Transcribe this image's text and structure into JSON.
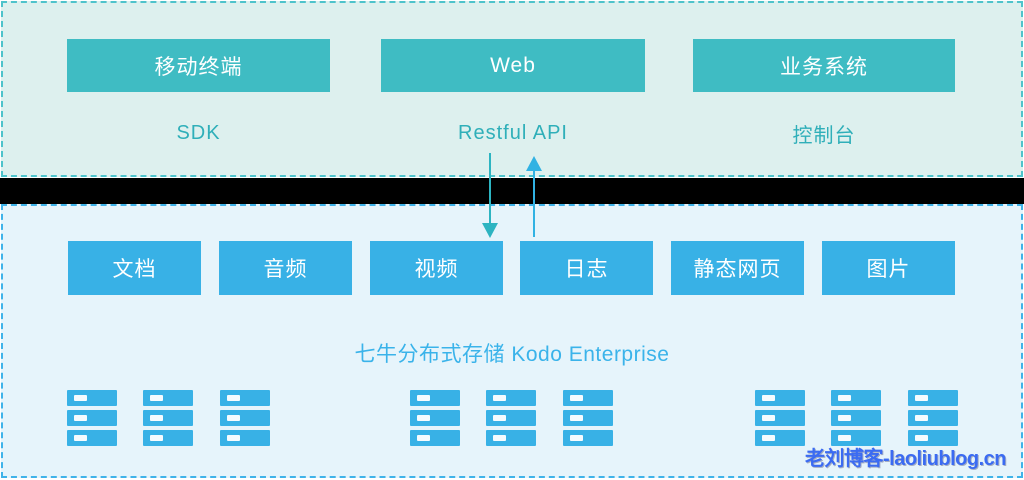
{
  "diagram": {
    "top_section": {
      "boxes": [
        "移动终端",
        "Web",
        "业务系统"
      ],
      "labels": [
        "SDK",
        "Restful API",
        "控制台"
      ]
    },
    "bottom_section": {
      "boxes": [
        "文档",
        "音频",
        "视频",
        "日志",
        "静态网页",
        "图片"
      ],
      "title": "七牛分布式存储 Kodo Enterprise",
      "server_clusters": 3,
      "servers_per_cluster": 3,
      "slats_per_server": 3
    },
    "arrows": [
      {
        "direction": "down",
        "color": "#2db4c1"
      },
      {
        "direction": "up",
        "color": "#31b2e3"
      }
    ],
    "watermark": "老刘博客-laoliublog.cn",
    "colors": {
      "top_panel_bg": "#ddf0ee",
      "top_panel_border": "#4ec3cb",
      "top_box": "#3fbcc3",
      "top_label_text": "#2fafb9",
      "separator": "#000000",
      "bottom_panel_bg": "#e6f4fb",
      "bottom_panel_border": "#3fb3e9",
      "bottom_box": "#38b1e6",
      "title_text": "#3ab3ea",
      "watermark_text": "#3b6bf2",
      "box_text": "#ffffff"
    }
  }
}
